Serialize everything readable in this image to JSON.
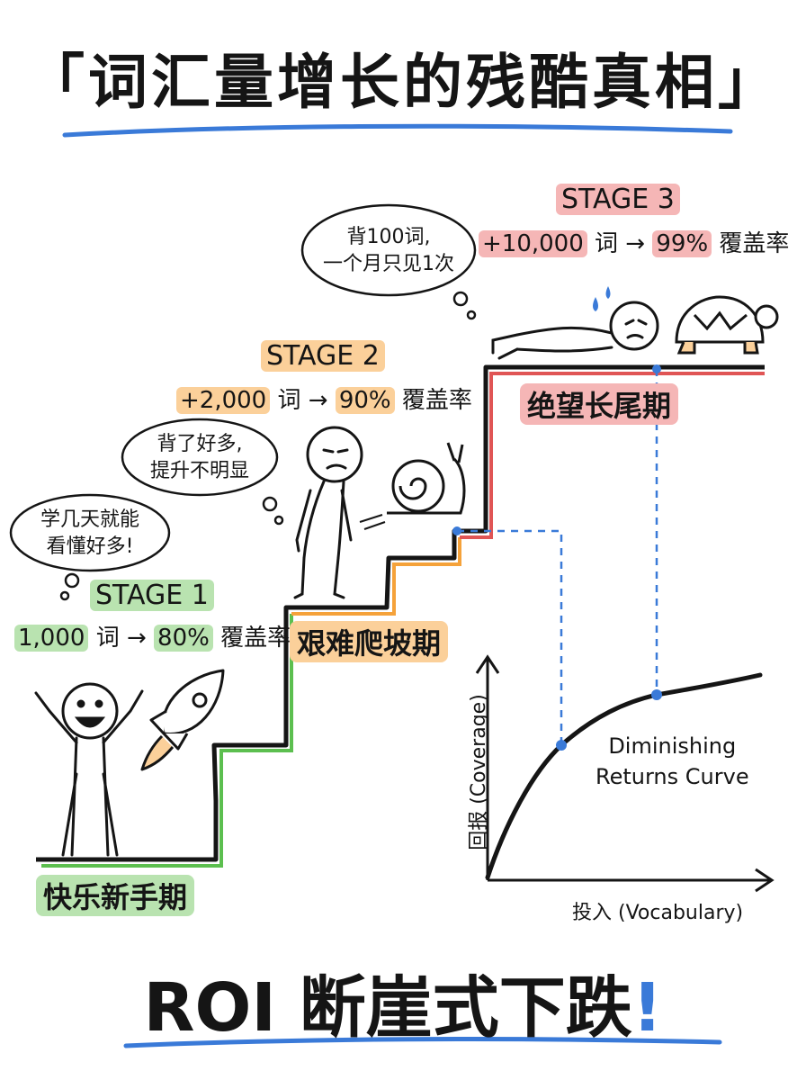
{
  "title": "「词汇量增长的残酷真相」",
  "footer": {
    "text": "ROI 断崖式下跌",
    "exclaim": "!"
  },
  "stages": [
    {
      "tag": "STAGE 1",
      "words": "1,000",
      "word_unit": " 词 → ",
      "coverage": "80%",
      "coverage_unit": " 覆盖率",
      "phase": "快乐新手期",
      "thought": [
        "学几天就能",
        "看懂好多!"
      ],
      "color": "#5cbf4f"
    },
    {
      "tag": "STAGE 2",
      "words": "+2,000",
      "word_unit": " 词 → ",
      "coverage": "90%",
      "coverage_unit": " 覆盖率",
      "phase": "艰难爬坡期",
      "thought": [
        "背了好多,",
        "提升不明显"
      ],
      "color": "#f5a23a"
    },
    {
      "tag": "STAGE 3",
      "words": "+10,000",
      "word_unit": " 词 → ",
      "coverage": "99%",
      "coverage_unit": " 覆盖率",
      "phase": "绝望长尾期",
      "thought": [
        "背100词,",
        "一个月只见1次"
      ],
      "color": "#e05555"
    }
  ],
  "curve": {
    "label_line1": "Diminishing",
    "label_line2": "Returns Curve",
    "y_axis": "回报 (Coverage)",
    "x_axis": "投入 (Vocabulary)"
  },
  "colors": {
    "accent_blue": "#3a7ad8",
    "ink": "#151515"
  },
  "icons": [
    "rocket-icon",
    "snail-icon",
    "turtle-icon",
    "sweat-drop-icon"
  ]
}
